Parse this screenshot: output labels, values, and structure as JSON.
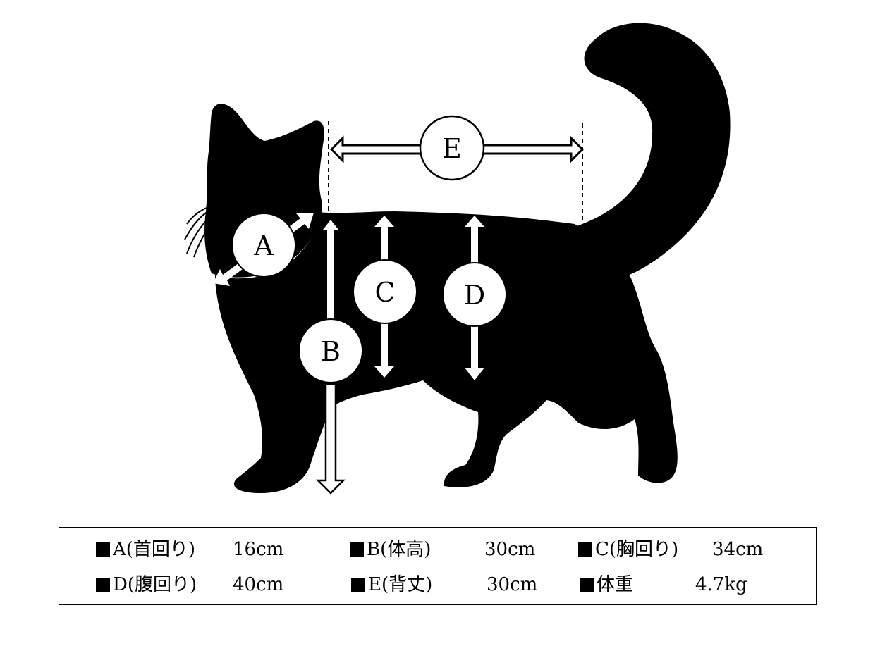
{
  "diagram": {
    "markers": [
      "A",
      "B",
      "C",
      "D",
      "E"
    ]
  },
  "legend": {
    "rows": [
      [
        {
          "label": "A(首回り)",
          "value": "16cm"
        },
        {
          "label": "B(体高)",
          "value": "30cm"
        },
        {
          "label": "C(胸回り)",
          "value": "34cm"
        }
      ],
      [
        {
          "label": "D(腹回り)",
          "value": "40cm"
        },
        {
          "label": "E(背丈)",
          "value": "30cm"
        },
        {
          "label": "体重",
          "value": "4.7kg"
        }
      ]
    ]
  },
  "colors": {
    "silhouette": "#000000",
    "marker_fill": "#ffffff"
  }
}
